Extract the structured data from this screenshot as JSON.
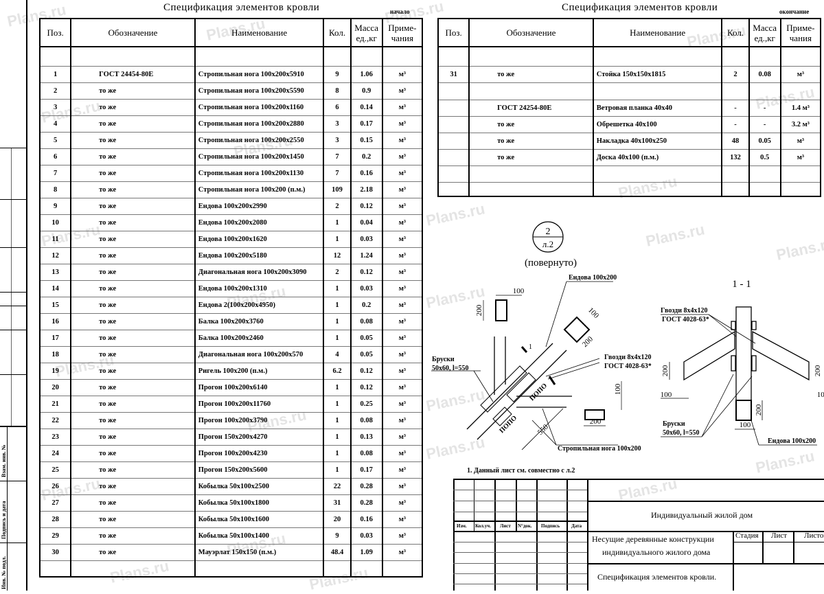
{
  "left_spec": {
    "title": "Спецификация элементов кровли",
    "tag": "начало",
    "headers": {
      "pos": "Поз.",
      "oboz": "Обозначение",
      "name": "Наименование",
      "qty": "Кол.",
      "mass": "Масса ед.,кг",
      "note": "Приме- чания"
    },
    "rows": [
      {
        "pos": "1",
        "oboz": "ГОСТ 24454-80Е",
        "name": "Стропильная нога 100х200х5910",
        "qty": "9",
        "mass": "1.06",
        "note": "м³"
      },
      {
        "pos": "2",
        "oboz": "то же",
        "name": "Стропильная нога 100х200х5590",
        "qty": "8",
        "mass": "0.9",
        "note": "м³"
      },
      {
        "pos": "3",
        "oboz": "то же",
        "name": "Стропильная нога 100х200х1160",
        "qty": "6",
        "mass": "0.14",
        "note": "м³"
      },
      {
        "pos": "4",
        "oboz": "то же",
        "name": "Стропильная нога 100х200х2880",
        "qty": "3",
        "mass": "0.17",
        "note": "м³"
      },
      {
        "pos": "5",
        "oboz": "то же",
        "name": "Стропильная нога 100х200х2550",
        "qty": "3",
        "mass": "0.15",
        "note": "м³"
      },
      {
        "pos": "6",
        "oboz": "то же",
        "name": "Стропильная нога 100х200х1450",
        "qty": "7",
        "mass": "0.2",
        "note": "м³"
      },
      {
        "pos": "7",
        "oboz": "то же",
        "name": "Стропильная нога 100х200х1130",
        "qty": "7",
        "mass": "0.16",
        "note": "м³"
      },
      {
        "pos": "8",
        "oboz": "то же",
        "name": "Стропильная нога 100х200 (п.м.)",
        "qty": "109",
        "mass": "2.18",
        "note": "м³"
      },
      {
        "pos": "9",
        "oboz": "то же",
        "name": "Ендова 100х200х2990",
        "qty": "2",
        "mass": "0.12",
        "note": "м³"
      },
      {
        "pos": "10",
        "oboz": "то же",
        "name": "Ендова 100х200х2080",
        "qty": "1",
        "mass": "0.04",
        "note": "м³"
      },
      {
        "pos": "11",
        "oboz": "то же",
        "name": "Ендова 100х200х1620",
        "qty": "1",
        "mass": "0.03",
        "note": "м³"
      },
      {
        "pos": "12",
        "oboz": "то же",
        "name": "Ендова 100х200х5180",
        "qty": "12",
        "mass": "1.24",
        "note": "м³"
      },
      {
        "pos": "13",
        "oboz": "то же",
        "name": "Диагональная нога 100х200х3090",
        "qty": "2",
        "mass": "0.12",
        "note": "м³"
      },
      {
        "pos": "14",
        "oboz": "то же",
        "name": "Ендова 100х200х1310",
        "qty": "1",
        "mass": "0.03",
        "note": "м³"
      },
      {
        "pos": "15",
        "oboz": "то же",
        "name": "Ендова 2(100х200х4950)",
        "qty": "1",
        "mass": "0.2",
        "note": "м³"
      },
      {
        "pos": "16",
        "oboz": "то же",
        "name": "Балка 100х200х3760",
        "qty": "1",
        "mass": "0.08",
        "note": "м³"
      },
      {
        "pos": "17",
        "oboz": "то же",
        "name": "Балка 100х200х2460",
        "qty": "1",
        "mass": "0.05",
        "note": "м³"
      },
      {
        "pos": "18",
        "oboz": "то же",
        "name": "Диагональная нога 100х200х570",
        "qty": "4",
        "mass": "0.05",
        "note": "м³"
      },
      {
        "pos": "19",
        "oboz": "то же",
        "name": "Ригель 100х200 (п.м.)",
        "qty": "6.2",
        "mass": "0.12",
        "note": "м³"
      },
      {
        "pos": "20",
        "oboz": "то же",
        "name": "Прогон 100х200х6140",
        "qty": "1",
        "mass": "0.12",
        "note": "м³"
      },
      {
        "pos": "21",
        "oboz": "то же",
        "name": "Прогон 100х200х11760",
        "qty": "1",
        "mass": "0.25",
        "note": "м³"
      },
      {
        "pos": "22",
        "oboz": "то же",
        "name": "Прогон 100х200х3790",
        "qty": "1",
        "mass": "0.08",
        "note": "м³"
      },
      {
        "pos": "23",
        "oboz": "то же",
        "name": "Прогон 150х200х4270",
        "qty": "1",
        "mass": "0.13",
        "note": "м³"
      },
      {
        "pos": "24",
        "oboz": "то же",
        "name": "Прогон 100х200х4230",
        "qty": "1",
        "mass": "0.08",
        "note": "м³"
      },
      {
        "pos": "25",
        "oboz": "то же",
        "name": "Прогон 150х200х5600",
        "qty": "1",
        "mass": "0.17",
        "note": "м³"
      },
      {
        "pos": "26",
        "oboz": "то же",
        "name": "Кобылка 50х100х2500",
        "qty": "22",
        "mass": "0.28",
        "note": "м³"
      },
      {
        "pos": "27",
        "oboz": "то же",
        "name": "Кобылка 50х100х1800",
        "qty": "31",
        "mass": "0.28",
        "note": "м³"
      },
      {
        "pos": "28",
        "oboz": "то же",
        "name": "Кобылка 50х100х1600",
        "qty": "20",
        "mass": "0.16",
        "note": "м³"
      },
      {
        "pos": "29",
        "oboz": "то же",
        "name": "Кобылка 50х100х1400",
        "qty": "9",
        "mass": "0.03",
        "note": "м³"
      },
      {
        "pos": "30",
        "oboz": "то же",
        "name": "Мауэрлат 150х150 (п.м.)",
        "qty": "48.4",
        "mass": "1.09",
        "note": "м³"
      }
    ]
  },
  "right_spec": {
    "title": "Спецификация элементов кровли",
    "tag": "окончание",
    "headers": {
      "pos": "Поз.",
      "oboz": "Обозначение",
      "name": "Наименование",
      "qty": "Кол.",
      "mass": "Масса ед.,кг",
      "note": "Приме- чания"
    },
    "rows": [
      {
        "pos": "31",
        "oboz": "то же",
        "name": "Стойка 150х150х1815",
        "qty": "2",
        "mass": "0.08",
        "note": "м³"
      },
      null,
      {
        "pos": "",
        "oboz": "ГОСТ 24254-80Е",
        "name": "Ветровая планка 40х40",
        "qty": "-",
        "mass": "-",
        "note": "1.4 м³"
      },
      {
        "pos": "",
        "oboz": "то же",
        "name": "Обрешетка 40х100",
        "qty": "-",
        "mass": "-",
        "note": "3.2 м³"
      },
      {
        "pos": "",
        "oboz": "то же",
        "name": "Накладка 40х100х250",
        "qty": "48",
        "mass": "0.05",
        "note": "м³"
      },
      {
        "pos": "",
        "oboz": "то же",
        "name": "Доска 40х100 (п.м.)",
        "qty": "132",
        "mass": "0.5",
        "note": "м³"
      }
    ]
  },
  "drawing": {
    "callout_num": "2",
    "callout_sheet": "л.2",
    "rotated": "(повернуто)",
    "section_label": "1 - 1",
    "cut_mark": "1",
    "labels": {
      "endova": "Ендова 100х200",
      "bruski1": "Бруски",
      "bruski2": "50х60, l=550",
      "gvozdi1": "Гвозди 8х4х120",
      "gvozdi2": "ГОСТ 4028-63*",
      "stropilnaya": "Стропильная нога 100х200",
      "dim100": "100",
      "dim200": "200",
      "dim550": "550",
      "dim_ndn": "ПОПО"
    },
    "note": "1. Данный лист см. совместно с л.2"
  },
  "title_block": {
    "columns": [
      "Изм.",
      "Кол.уч.",
      "Лист",
      "N°док.",
      "Подпись",
      "Дата"
    ],
    "project": "Индивидуальный жилой дом",
    "object_line1": "Несущие деревянные конструкции",
    "object_line2": "индивидуального жилого дома",
    "sheet_title": "Спецификация элементов кровли.",
    "stage": "Стадия",
    "sheet": "Лист",
    "sheets": "Листов"
  },
  "side_strip": {
    "vzam": "Взам. инв. №",
    "podpis": "Подпись и дата",
    "inv": "Инв. № подл."
  },
  "watermark": "Plans.ru"
}
